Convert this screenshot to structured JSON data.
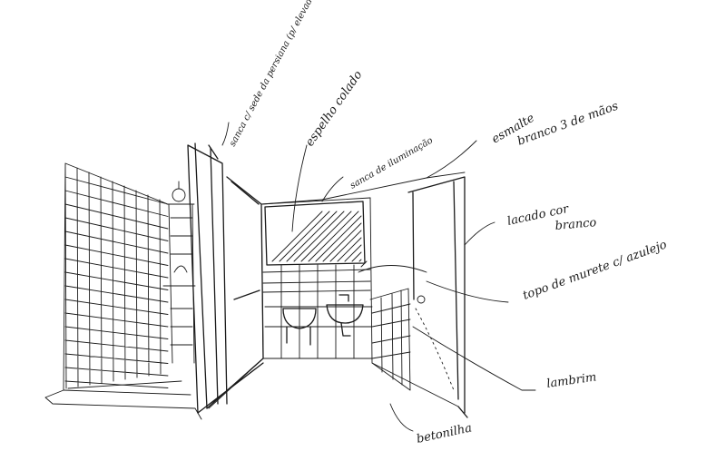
{
  "sketch": {
    "annotations": {
      "sanca_projetor": "sanca c/ sede da persiana (p/ elevado)",
      "espelho": "espelho colado",
      "sanca_iluminacao": "sanca de iluminação",
      "esmalte_l1": "esmalte",
      "esmalte_l2": "branco 3 de mãos",
      "lacado_l1": "lacado cor",
      "lacado_l2": "branco",
      "topo_murete": "topo de murete c/ azulejo",
      "lambrim": "lambrim",
      "betonilha": "betonilha"
    }
  }
}
